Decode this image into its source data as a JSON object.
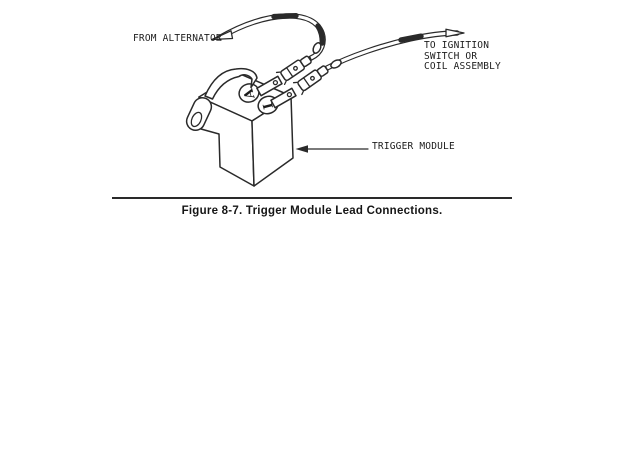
{
  "page": {
    "background": "#ffffff",
    "ink": "#2a2a2a"
  },
  "figure": {
    "labels": {
      "from_alternator": "FROM ALTERNATOR",
      "to_ignition": "TO IGNITION\nSWITCH OR\nCOIL ASSEMBLY",
      "trigger_module": "TRIGGER MODULE"
    },
    "terminal_markings": {
      "a": "A",
      "i": "I"
    },
    "caption": "Figure 8-7. Trigger Module Lead Connections."
  }
}
